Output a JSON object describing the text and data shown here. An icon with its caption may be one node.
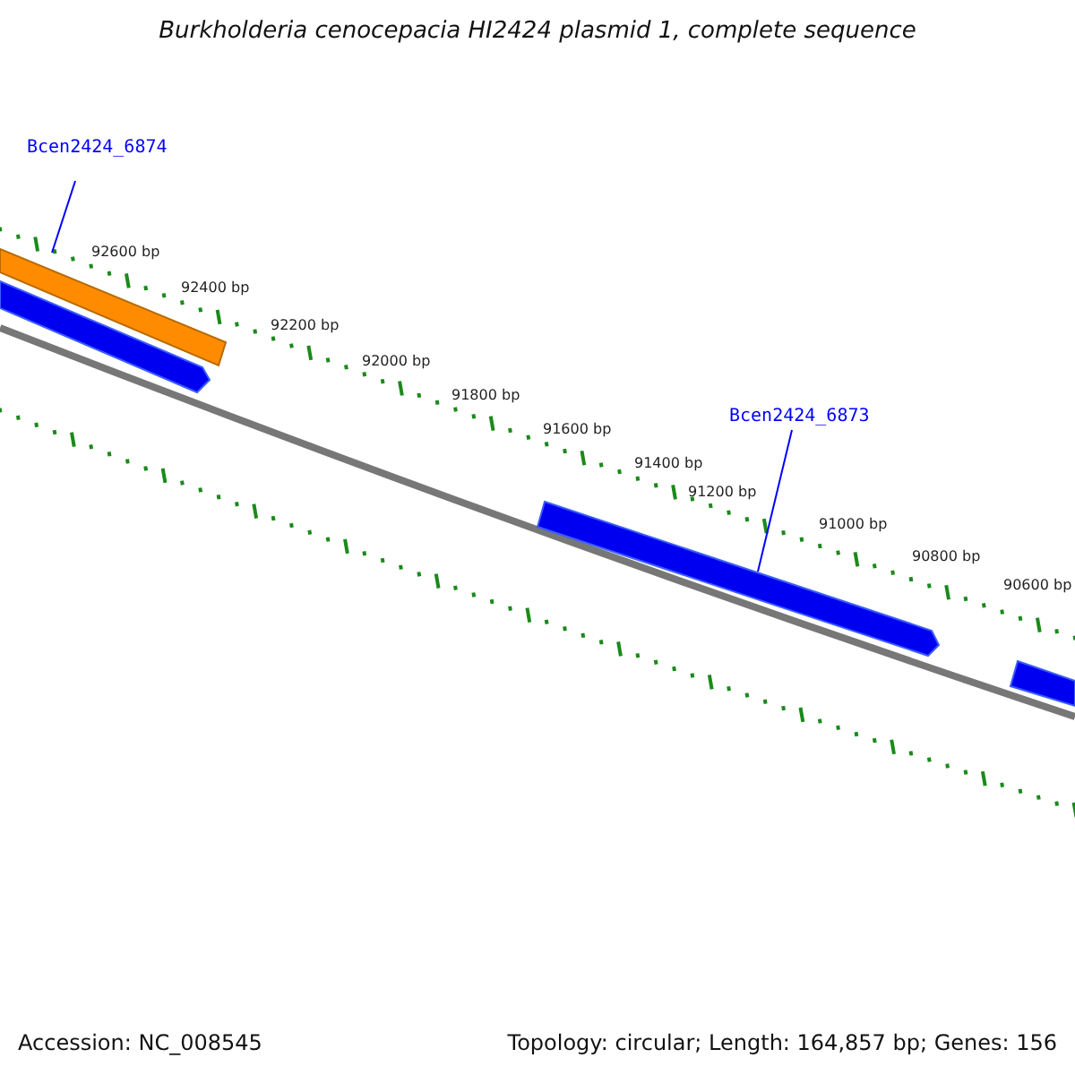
{
  "diagram": {
    "title": "Burkholderia cenocepacia HI2424 plasmid 1, complete sequence",
    "nodes": [
      {
        "text": [
          "Bcen2424_6874"
        ]
      },
      {
        "text": [
          "Bcen2424_6873"
        ]
      },
      {
        "text": [],
        "shape": "bar"
      },
      {
        "text": [],
        "shape": "bar"
      }
    ],
    "edges": [
      {
        "from": 0,
        "to": 2,
        "arrow": "none"
      },
      {
        "from": 1,
        "to": 3,
        "arrow": "none"
      }
    ],
    "labels": [
      "92600 bp",
      "92400 bp",
      "92200 bp",
      "92000 bp",
      "91800 bp",
      "91600 bp",
      "91400 bp",
      "91200 bp",
      "91000 bp",
      "90800 bp",
      "90600 bp",
      "Accession: NC_008545",
      "Topology: circular; Length: 164,857 bp; Genes: 156"
    ]
  }
}
